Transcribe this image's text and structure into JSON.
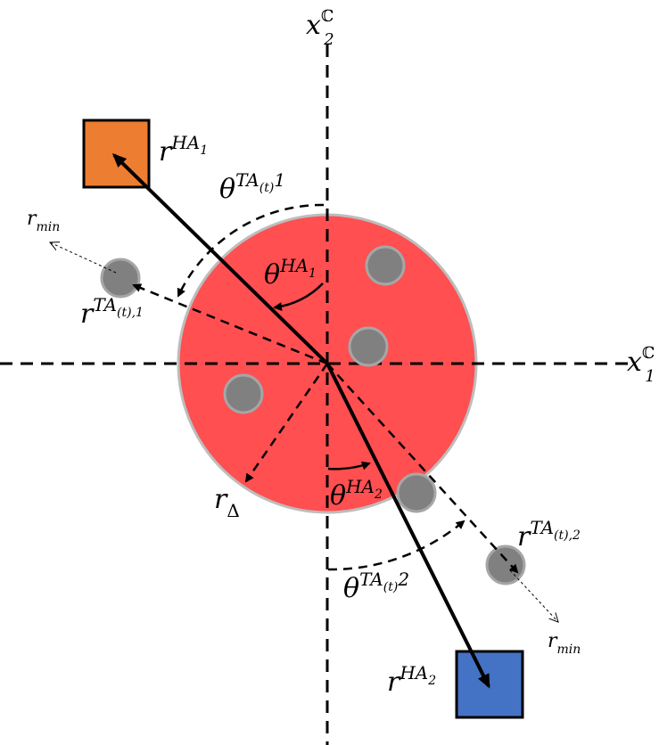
{
  "colors": {
    "region": "#ff4f51",
    "region_stroke": "#bdbdbd",
    "user_dot": "#808080",
    "user_dot_stroke": "#a6a6a6",
    "ha1_box": "#ed7d31",
    "ha2_box": "#4472c4",
    "line": "#000000"
  },
  "labels": {
    "x1": {
      "base": "x",
      "sup": "ℂ",
      "sub": "1"
    },
    "x2": {
      "base": "x",
      "sup": "ℂ",
      "sub": "2"
    },
    "r_ha1": {
      "base": "r",
      "sup": "HA",
      "supsub": "1"
    },
    "r_ha2": {
      "base": "r",
      "sup": "HA",
      "supsub": "2"
    },
    "theta_ta1": {
      "base": "θ",
      "sup": "TA",
      "supsub": "(t)",
      "suptail": "1"
    },
    "theta_ta2": {
      "base": "θ",
      "sup": "TA",
      "supsub": "(t)",
      "suptail": "2"
    },
    "theta_ha1": {
      "base": "θ",
      "sup": "HA",
      "supsub": "1"
    },
    "theta_ha2": {
      "base": "θ",
      "sup": "HA",
      "supsub": "2"
    },
    "r_ta1": {
      "base": "r",
      "sup": "TA",
      "supsub": "(t),1"
    },
    "r_ta2": {
      "base": "r",
      "sup": "TA",
      "supsub": "(t),2"
    },
    "r_min_1": {
      "base": "r",
      "sub": "min"
    },
    "r_min_2": {
      "base": "r",
      "sub": "min"
    },
    "r_delta": {
      "base": "r",
      "sub": "Δ"
    }
  }
}
